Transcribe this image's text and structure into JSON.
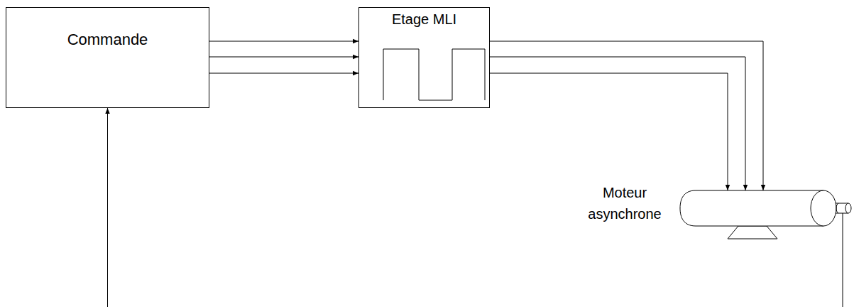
{
  "diagram": {
    "nodes": [
      {
        "text": [
          "Commande"
        ]
      },
      {
        "text": [
          "Etage MLI"
        ]
      },
      {
        "text": [
          "Moteur asynchrone"
        ]
      }
    ],
    "edges": [
      {
        "from": 0,
        "to": 1,
        "arrow": "to"
      },
      {
        "from": 0,
        "to": 1,
        "arrow": "to"
      },
      {
        "from": 0,
        "to": 1,
        "arrow": "to"
      },
      {
        "from": 1,
        "to": 2,
        "arrow": "to"
      },
      {
        "from": 1,
        "to": 2,
        "arrow": "to"
      },
      {
        "from": 1,
        "to": 2,
        "arrow": "to"
      },
      {
        "from": 2,
        "to": 0,
        "arrow": "to"
      }
    ]
  }
}
